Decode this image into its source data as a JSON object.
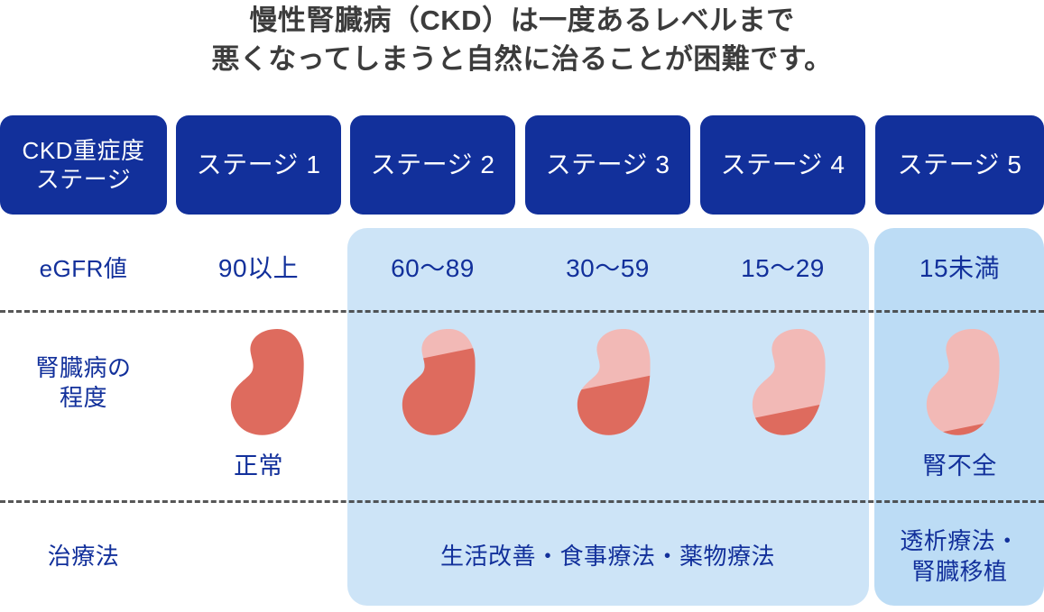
{
  "title": {
    "line1": "慢性腎臓病（CKD）は一度あるレベルまで",
    "line2": "悪くなってしまうと自然に治ることが困難です。"
  },
  "colors": {
    "header_blue": "#12309B",
    "text_blue": "#12309B",
    "panel_light_blue": "#CDE4F7",
    "panel_stage5_blue": "#BCDCF5",
    "kidney_healthy": "#DE6B5E",
    "kidney_damaged": "#F2B9B6",
    "title_gray": "#3C3C3C"
  },
  "header": {
    "label": "CKD重症度\nステージ",
    "label_line1": "CKD重症度",
    "label_line2": "ステージ",
    "stages": [
      "ステージ 1",
      "ステージ 2",
      "ステージ 3",
      "ステージ 4",
      "ステージ 5"
    ]
  },
  "rows": {
    "egfr": {
      "label": "eGFR値",
      "values": [
        "90以上",
        "60〜89",
        "30〜59",
        "15〜29",
        "15未満"
      ]
    },
    "severity": {
      "label_line1": "腎臓病の",
      "label_line2": "程度",
      "captions": [
        "正常",
        "",
        "",
        "",
        "腎不全"
      ]
    },
    "treatment": {
      "label": "治療法",
      "stage2to4": "生活改善・食事療法・薬物療法",
      "stage5_line1": "透析療法・",
      "stage5_line2": "腎臓移植"
    }
  },
  "chart_data": {
    "type": "table",
    "title": "CKD重症度ステージ",
    "categories": [
      "ステージ 1",
      "ステージ 2",
      "ステージ 3",
      "ステージ 4",
      "ステージ 5"
    ],
    "series": [
      {
        "name": "eGFR値",
        "values": [
          "90以上",
          "60〜89",
          "30〜59",
          "15〜29",
          "15未満"
        ]
      },
      {
        "name": "腎臓病の程度（健常部分の割合 %）",
        "values": [
          100,
          75,
          50,
          25,
          10
        ]
      },
      {
        "name": "治療法",
        "values": [
          "",
          "生活改善・食事療法・薬物療法",
          "生活改善・食事療法・薬物療法",
          "生活改善・食事療法・薬物療法",
          "透析療法・腎臓移植"
        ]
      }
    ]
  },
  "kidney_health_fractions": [
    1.0,
    0.75,
    0.5,
    0.25,
    0.1
  ]
}
